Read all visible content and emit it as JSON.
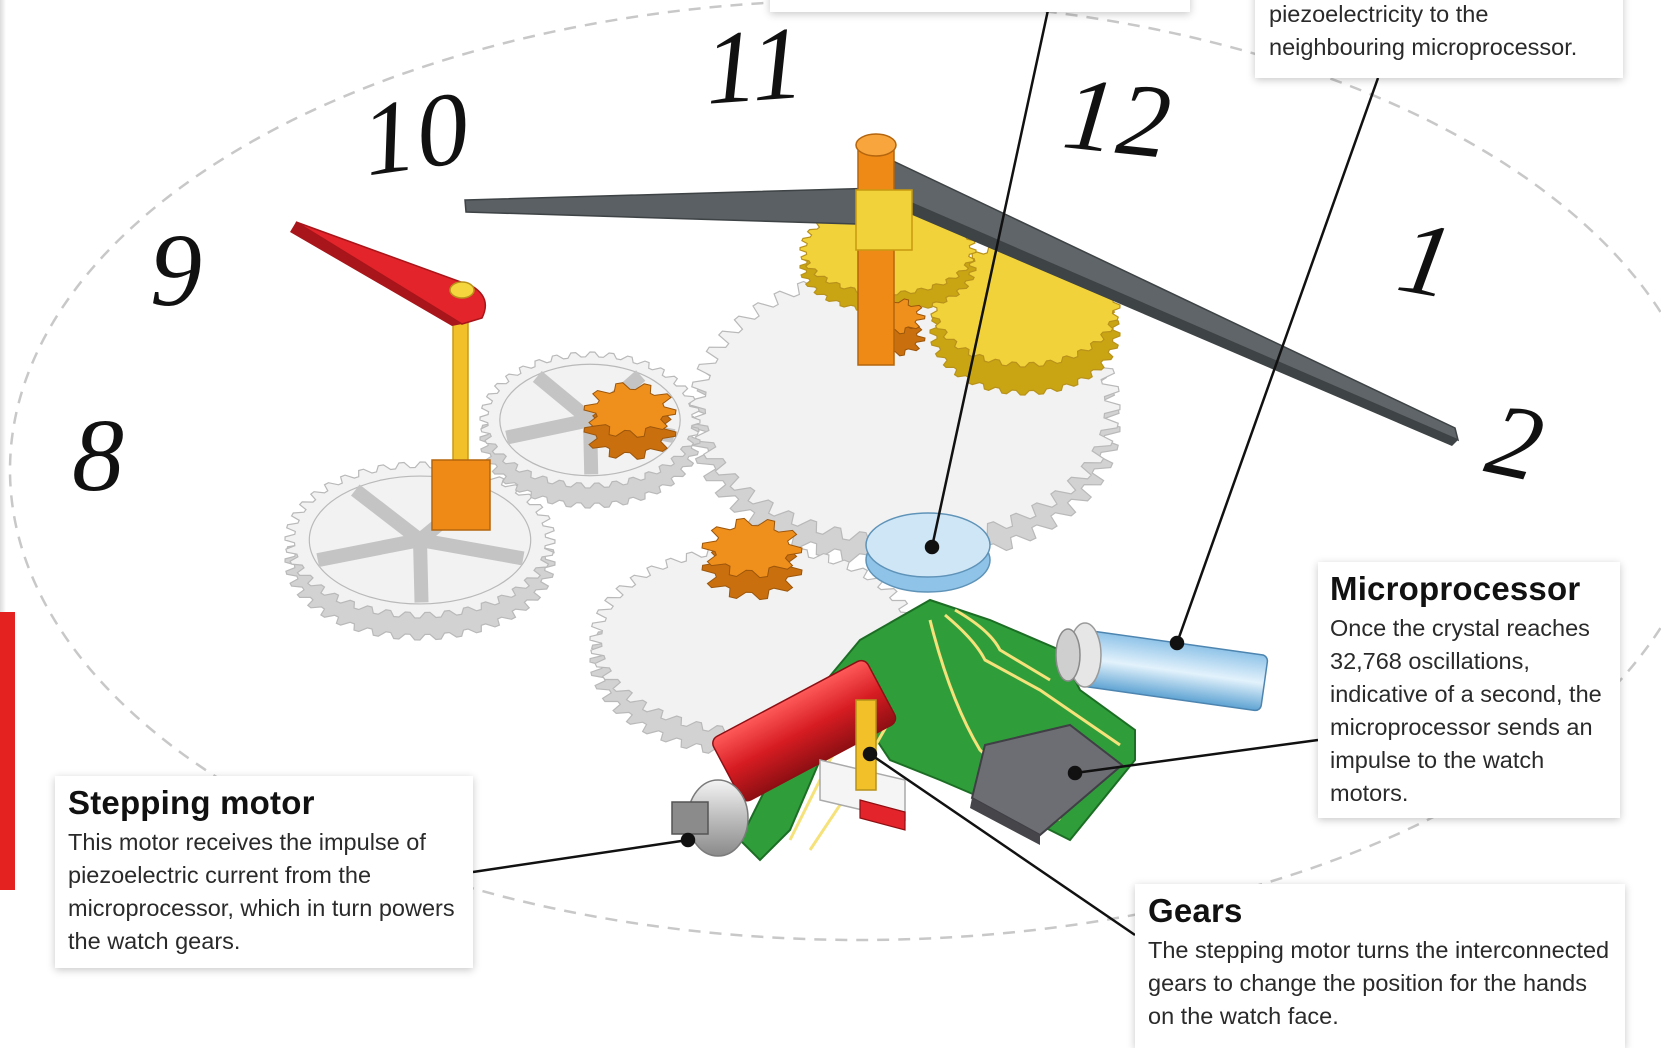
{
  "dial": {
    "numerals": [
      "8",
      "9",
      "10",
      "11",
      "12",
      "1",
      "2"
    ]
  },
  "callouts": {
    "top_right": {
      "text": "piezoelectricity to the neighbouring microprocessor."
    },
    "microprocessor": {
      "title": "Microprocessor",
      "text": "Once the crystal reaches 32,768 oscillations, indicative of a second, the microprocessor sends an impulse to the watch motors."
    },
    "stepping_motor": {
      "title": "Stepping motor",
      "text": "This motor receives the impulse of piezoelectric current from the microprocessor, which in turn powers the watch gears."
    },
    "gears": {
      "title": "Gears",
      "text": "The stepping motor turns the interconnected gears to change the position for the hands on the watch face."
    }
  },
  "colors": {
    "gear_white": "#f2f2f2",
    "gear_yellow": "#f2d23a",
    "pinion_orange": "#f0901c",
    "second_hand_red": "#e3242b",
    "hand_grey": "#5a6063",
    "crystal_blue": "#b9daf0",
    "circuit_green": "#2f9e3a",
    "chip_grey": "#6d6d74",
    "accent_red": "#e42321"
  }
}
